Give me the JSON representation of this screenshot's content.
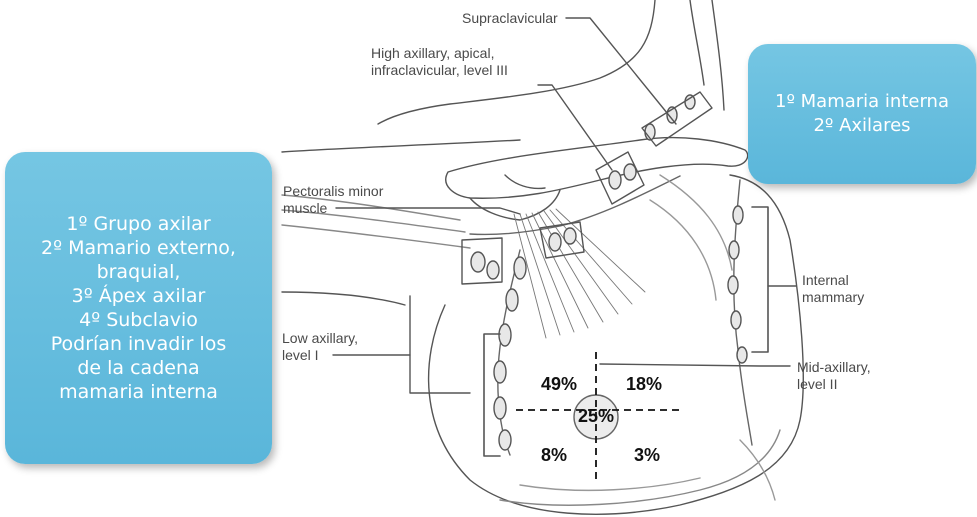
{
  "colors": {
    "callout": "#5ab6da",
    "callout_text": "#ffffff",
    "line_art": "#555555",
    "label_text": "#4a4a4a"
  },
  "left_callout": {
    "lines": [
      "1º Grupo axilar",
      "2º Mamario externo,",
      "braquial,",
      "3º Ápex axilar",
      "4º Subclavio",
      "Podrían invadir los",
      "de la cadena",
      "mamaria interna"
    ]
  },
  "right_callout": {
    "lines": [
      "1º Mamaria interna",
      "2º Axilares"
    ]
  },
  "labels": {
    "supraclavicular": "Supraclavicular",
    "high_axillary": [
      "High axillary, apical,",
      "infraclavicular, level III"
    ],
    "pectoralis_minor": [
      "Pectoralis minor",
      "muscle"
    ],
    "low_axillary": [
      "Low axillary,",
      "level I"
    ],
    "internal_mammary": [
      "Internal",
      "mammary"
    ],
    "mid_axillary": [
      "Mid-axillary,",
      "level II"
    ]
  },
  "quadrants": {
    "upper_outer": "49%",
    "upper_inner": "18%",
    "central": "25%",
    "lower_outer": "8%",
    "lower_inner": "3%"
  }
}
